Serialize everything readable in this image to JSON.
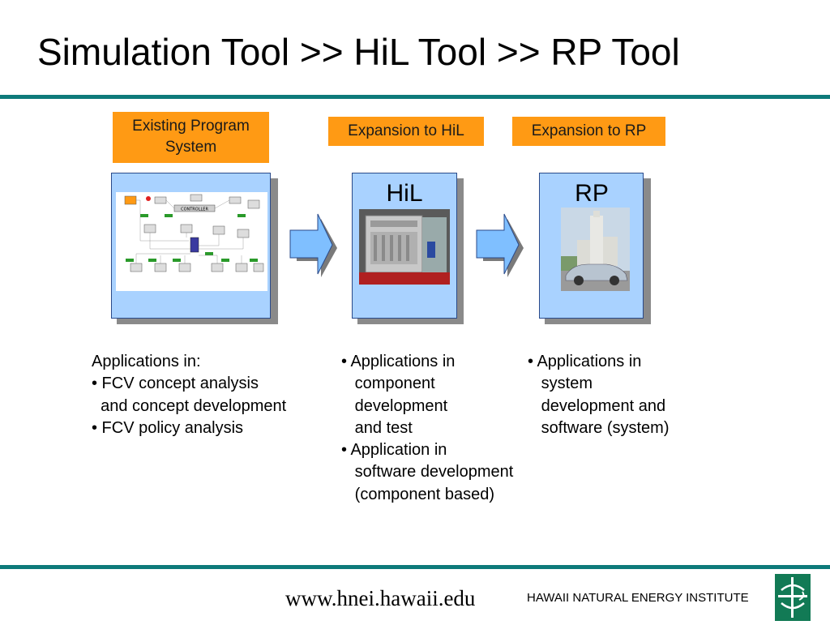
{
  "slide": {
    "title": "Simulation Tool >> HiL Tool >> RP Tool"
  },
  "columns": [
    {
      "label": "Existing Program System",
      "panel_title": "",
      "image": "simulink-controller-diagram",
      "lines": [
        "Applications in:",
        "• FCV concept analysis",
        "  and concept development",
        "• FCV policy analysis"
      ]
    },
    {
      "label": "Expansion to HiL",
      "panel_title": "HiL",
      "image": "hil-hardware-photo",
      "lines": [
        "• Applications in",
        "   component",
        "   development",
        "   and test",
        "• Application in",
        "   software development",
        "   (component based)"
      ]
    },
    {
      "label": "Expansion to RP",
      "panel_title": "RP",
      "image": "fuel-cell-vehicle-photo",
      "lines": [
        "• Applications in",
        "   system",
        "   development and",
        "   software (system)"
      ]
    }
  ],
  "diagram": {
    "controller_label": "CONTROLLER"
  },
  "footer": {
    "url": "www.hnei.hawaii.edu",
    "institute": "HAWAII NATURAL ENERGY INSTITUTE",
    "logo_icon": "hnei-logo-icon"
  },
  "colors": {
    "rule": "#0e7a7a",
    "label_bg": "#ff9a14",
    "panel_bg": "#a9d2ff",
    "arrow_fill": "#7fbfff",
    "logo_bg": "#127a55"
  }
}
